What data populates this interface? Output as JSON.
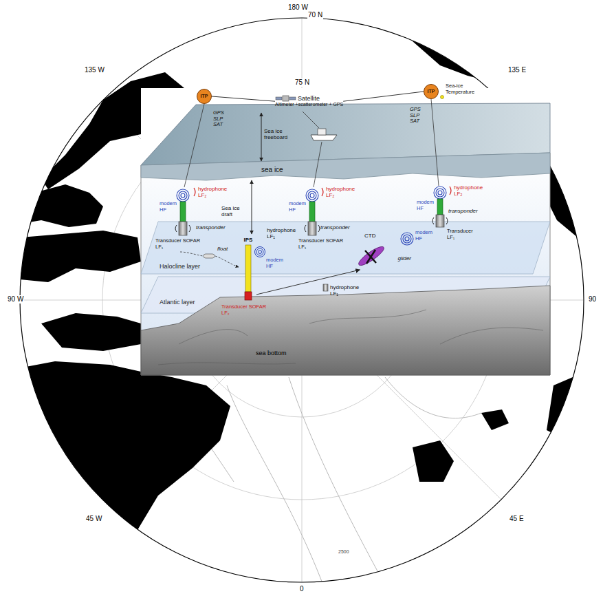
{
  "diagram": {
    "nodes": [
      {
        "text": [
          "Satellite",
          "Altimeter +scatterometer + GPS"
        ]
      },
      {
        "text": [
          "ITP"
        ]
      },
      {
        "text": [
          "ITP"
        ]
      },
      {
        "text": [
          "IPS"
        ]
      },
      {
        "text": [
          "glider"
        ]
      }
    ],
    "edges": [
      {
        "from": 1,
        "to": 0,
        "arrow": "none"
      },
      {
        "from": 2,
        "to": 0,
        "arrow": "none"
      },
      {
        "from": 3,
        "to": 4,
        "arrow": "to"
      }
    ],
    "labels": [
      "180 W",
      "70 N",
      "135 W",
      "75 N",
      "135 E",
      "90 W",
      "90",
      "45 W",
      "45 E",
      "0",
      "2500",
      "Sea ice freeboard",
      "GPS SLP SAT",
      "GPS SLP SAT",
      "Sea-ice Temperature",
      "sea ice",
      "modem HF",
      "hydrophone LF₂",
      "transponder",
      "Transducer SOFAR LF₁",
      "float",
      "Sea ice draft",
      "hydrophone LF₁",
      "Halocline layer",
      "Atlantic layer",
      "modem HF",
      "hydrophone LF₂",
      "transponder",
      "Transducer SOFAR LF₁",
      "modem HF",
      "Transducer SOFAR LF₂",
      "CTD",
      "modem HF",
      "hydrophone LF₁",
      "modem HF",
      "hydrophone LF₂",
      "transponder",
      "Transducer LF₁",
      "sea bottom"
    ]
  }
}
